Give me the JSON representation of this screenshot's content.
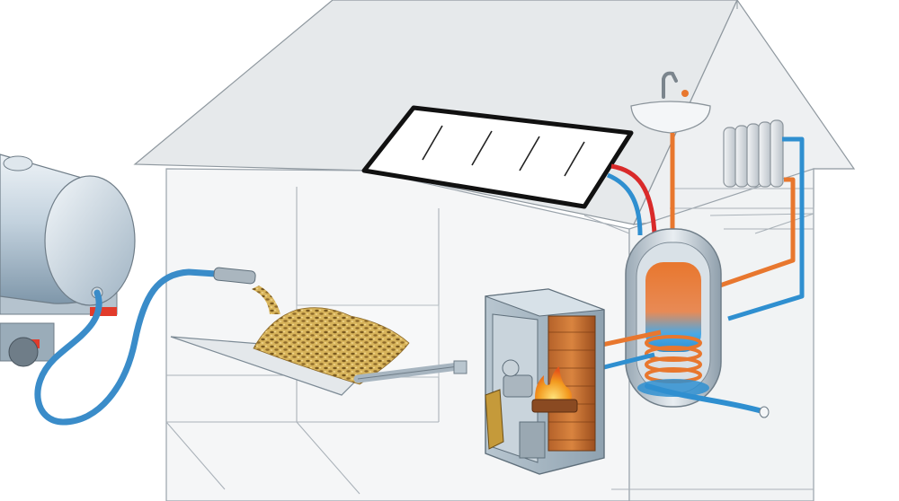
{
  "colors": {
    "background": "#ffffff",
    "wall_outline": "#9aa3ab",
    "roof_fill": "#e9ecee",
    "wall_fill": "#f4f6f7",
    "tank_body": "#b9c9d6",
    "tank_highlight": "#e8f0f6",
    "hose_blue": "#3a8cc9",
    "hot_orange": "#e8772e",
    "hot_red": "#d92a2a",
    "cold_blue": "#2f8fd0",
    "pellets": "#c9a44a",
    "boiler_body": "#a8b8c4",
    "flame": "#f29a1f",
    "collector_frame": "#111111",
    "reflector": "#e23b2b"
  },
  "components": [
    {
      "name": "delivery-truck-tank",
      "icon": "tank-icon"
    },
    {
      "name": "filler-hose",
      "icon": "hose-icon"
    },
    {
      "name": "pellet-storage",
      "icon": "pellets-icon"
    },
    {
      "name": "screw-conveyor",
      "icon": "conveyor-icon"
    },
    {
      "name": "pellet-boiler",
      "icon": "flame-icon"
    },
    {
      "name": "hot-water-storage-tank",
      "icon": "cylinder-icon"
    },
    {
      "name": "solar-collector",
      "icon": "solar-panel-icon"
    },
    {
      "name": "washbasin-tap",
      "icon": "faucet-icon"
    },
    {
      "name": "radiator",
      "icon": "radiator-icon"
    }
  ]
}
